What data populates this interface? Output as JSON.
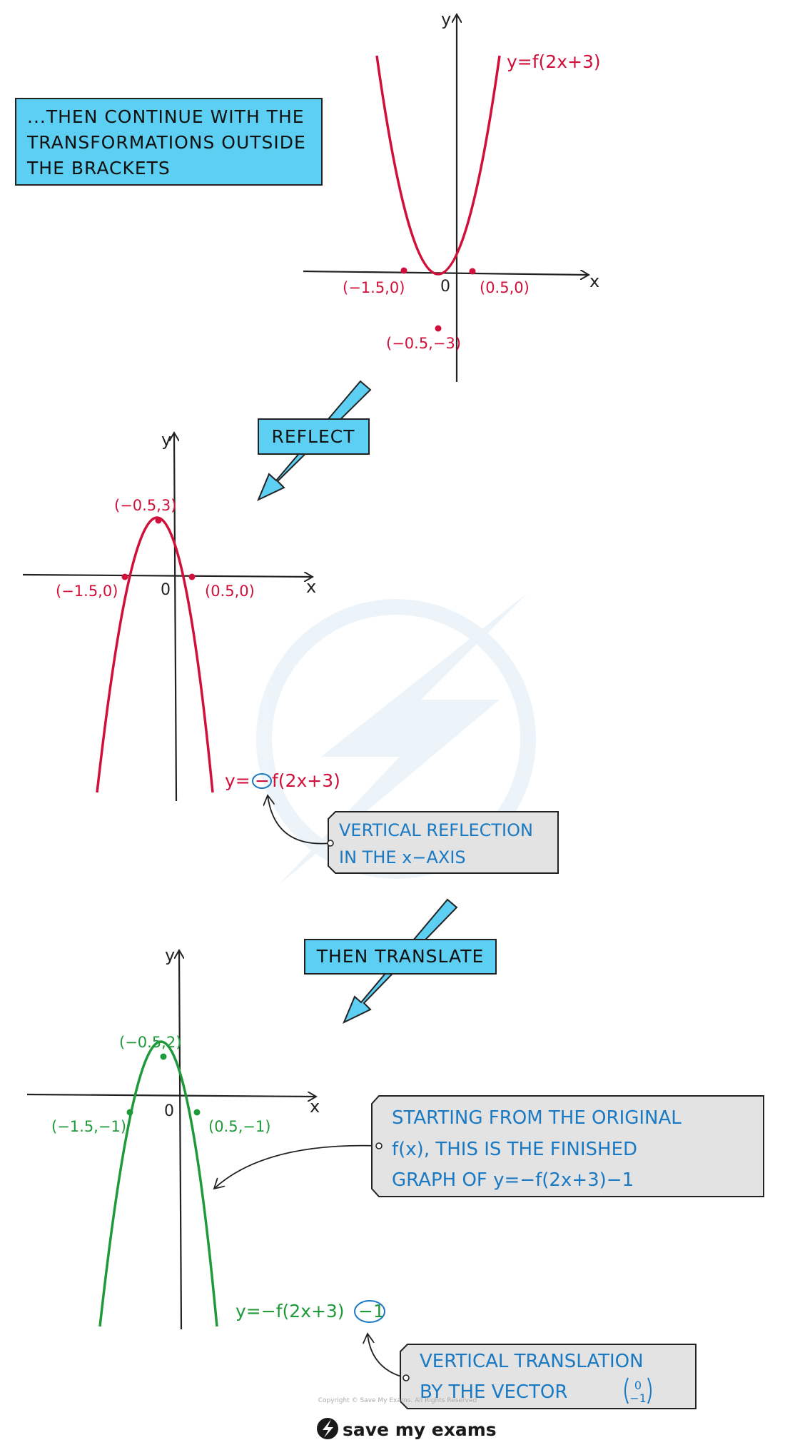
{
  "intro_box": {
    "lines": [
      "...THEN CONTINUE WITH THE",
      "TRANSFORMATIONS OUTSIDE",
      "THE BRACKETS"
    ]
  },
  "arrow_labels": {
    "reflect": "REFLECT",
    "translate": "THEN TRANSLATE"
  },
  "colors": {
    "red": "#d0103a",
    "green": "#1f9a3a",
    "blue_box": "#5ccff2",
    "blue_text": "#1a79c3",
    "grey_box": "#e3e3e3",
    "arrow": "#5ccff2"
  },
  "graph1": {
    "equation": "y=f(2x+3)",
    "axis_x": "x",
    "axis_y": "y",
    "origin": "0",
    "points": [
      "(−1.5,0)",
      "(0.5,0)",
      "(−0.5,−3)"
    ]
  },
  "graph2": {
    "equation_prefix": "y=",
    "equation_circled": "−",
    "equation_suffix": "f(2x+3)",
    "axis_x": "x",
    "axis_y": "y",
    "origin": "0",
    "points": [
      "(−0.5,3)",
      "(−1.5,0)",
      "(0.5,0)"
    ],
    "note_lines": [
      "VERTICAL  REFLECTION",
      "IN  THE  x−AXIS"
    ]
  },
  "graph3": {
    "equation_main": "y=−f(2x+3)",
    "equation_circled": "−1",
    "axis_x": "x",
    "axis_y": "y",
    "origin": "0",
    "points": [
      "(−0.5,2)",
      "(−1.5,−1)",
      "(0.5,−1)"
    ],
    "note_final_lines": [
      "STARTING  FROM  THE  ORIGINAL",
      "f(x),  THIS  IS  THE  FINISHED",
      "GRAPH  OF  y=−f(2x+3)−1"
    ],
    "note_vector_lines": [
      "VERTICAL  TRANSLATION",
      "BY  THE  VECTOR"
    ],
    "vector_top": "0",
    "vector_bottom": "−1"
  },
  "footer": {
    "copyright": "Copyright © Save My Exams. All Rights Reserved",
    "brand": "save my exams"
  }
}
